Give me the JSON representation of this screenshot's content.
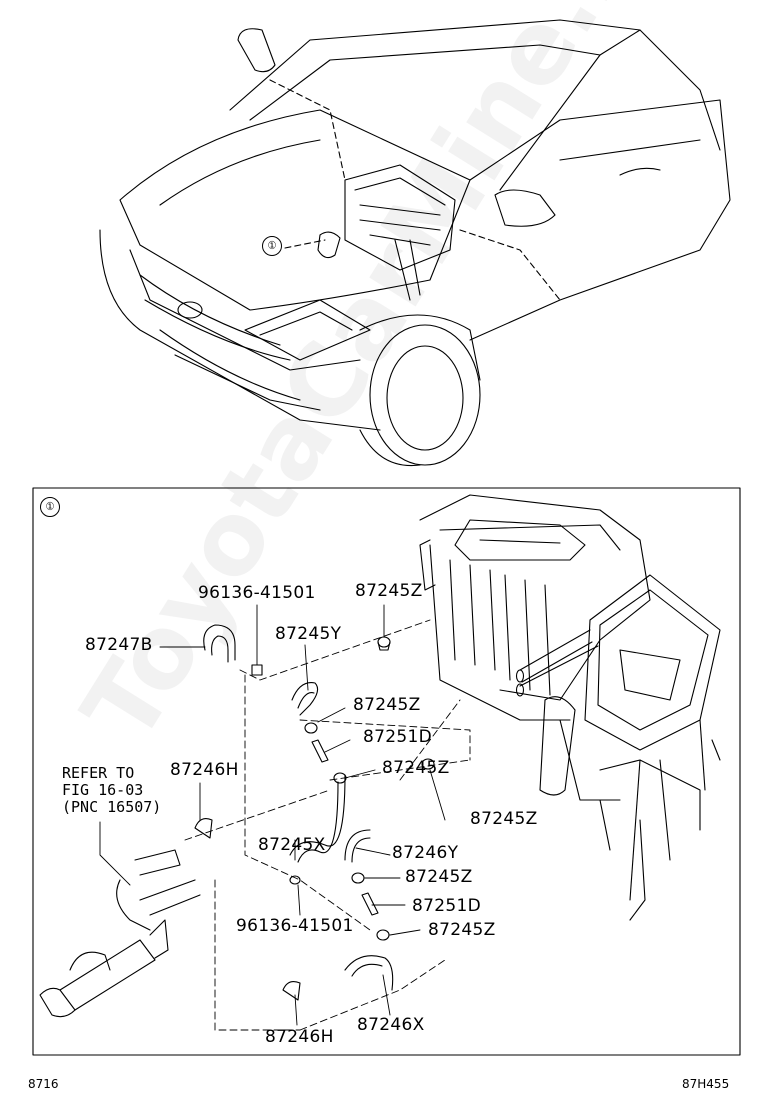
{
  "colors": {
    "line": "#000000",
    "background": "#ffffff"
  },
  "callout_marker": "①",
  "watermark": "ToyotaCarMine.ru",
  "parts": [
    {
      "id": "p1",
      "number": "96136-41501"
    },
    {
      "id": "p2",
      "number": "87245Z"
    },
    {
      "id": "p3",
      "number": "87247B"
    },
    {
      "id": "p4",
      "number": "87245Y"
    },
    {
      "id": "p5",
      "number": "87245Z"
    },
    {
      "id": "p6",
      "number": "87251D"
    },
    {
      "id": "p7",
      "number": "87246H"
    },
    {
      "id": "p8",
      "number": "87245Z"
    },
    {
      "id": "p9",
      "number": "87245Z"
    },
    {
      "id": "p10",
      "number": "87245X"
    },
    {
      "id": "p11",
      "number": "87246Y"
    },
    {
      "id": "p12",
      "number": "87245Z"
    },
    {
      "id": "p13",
      "number": "87251D"
    },
    {
      "id": "p14",
      "number": "96136-41501"
    },
    {
      "id": "p15",
      "number": "87245Z"
    },
    {
      "id": "p16",
      "number": "87246H"
    },
    {
      "id": "p17",
      "number": "87246X"
    }
  ],
  "reference_note": "REFER TO\nFIG 16-03\n(PNC 16507)",
  "footer": {
    "left": "8716",
    "right": "87H455"
  }
}
